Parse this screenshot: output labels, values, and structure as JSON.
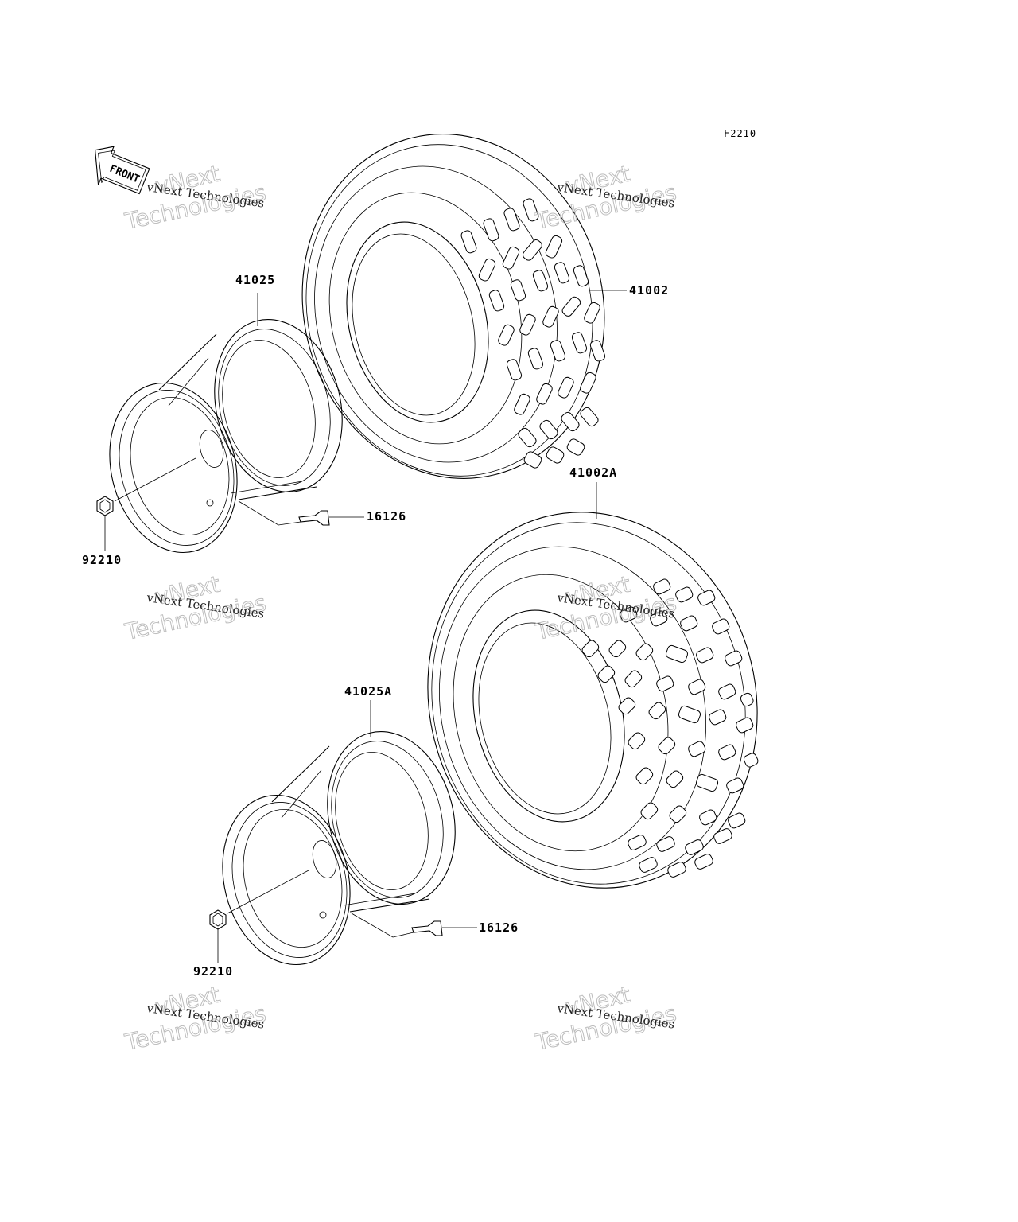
{
  "diagram": {
    "code": "F2210",
    "front_marker": "FRONT",
    "parts": [
      {
        "id": "upper-tire",
        "number": "41002"
      },
      {
        "id": "upper-wheel",
        "number": "41025"
      },
      {
        "id": "upper-valve",
        "number": "16126"
      },
      {
        "id": "upper-nut",
        "number": "92210"
      },
      {
        "id": "lower-tire",
        "number": "41002A"
      },
      {
        "id": "lower-wheel",
        "number": "41025A"
      },
      {
        "id": "lower-valve",
        "number": "16126"
      },
      {
        "id": "lower-nut",
        "number": "92210"
      }
    ],
    "watermark": {
      "small": "vNext Technologies",
      "big_line1": "vNext",
      "big_line2": "Technologies"
    }
  }
}
